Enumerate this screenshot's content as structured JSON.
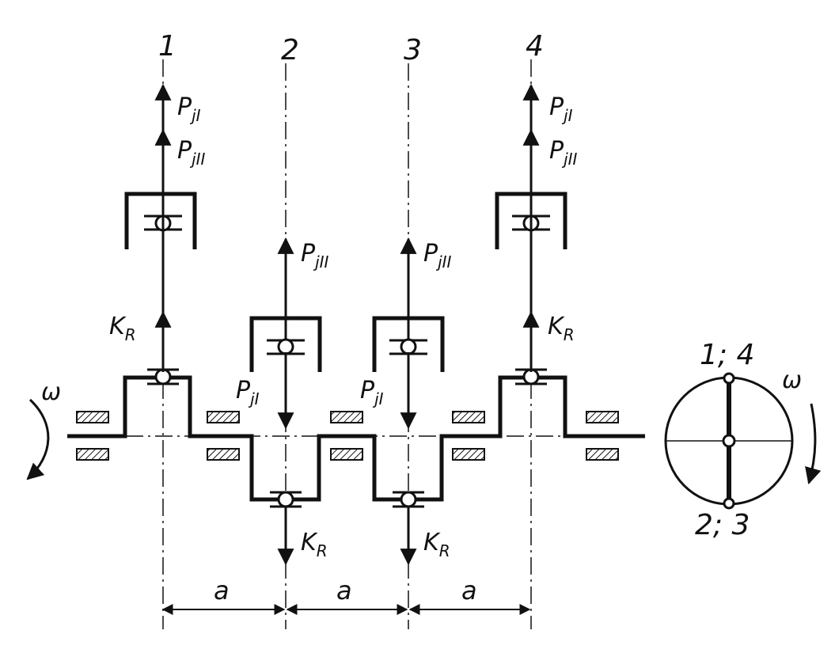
{
  "cylinders": [
    {
      "number": "1",
      "force_top_1": "P",
      "force_top_1_sub": "jI",
      "force_top_2": "P",
      "force_top_2_sub": "jII",
      "reaction": "K",
      "reaction_sub": "R"
    },
    {
      "number": "2",
      "force_top_1": "P",
      "force_top_1_sub": "jII",
      "force_top_2": "P",
      "force_top_2_sub": "jI",
      "reaction": "K",
      "reaction_sub": "R"
    },
    {
      "number": "3",
      "force_top_1": "P",
      "force_top_1_sub": "jII",
      "force_top_2": "P",
      "force_top_2_sub": "jI",
      "reaction": "K",
      "reaction_sub": "R"
    },
    {
      "number": "4",
      "force_top_1": "P",
      "force_top_1_sub": "jI",
      "force_top_2": "P",
      "force_top_2_sub": "jII",
      "reaction": "K",
      "reaction_sub": "R"
    }
  ],
  "rotation_symbol": "ω",
  "spacing_label": "a",
  "crank_diagram": {
    "top_label": "1; 4",
    "bottom_label": "2; 3",
    "rotation_symbol": "ω"
  }
}
